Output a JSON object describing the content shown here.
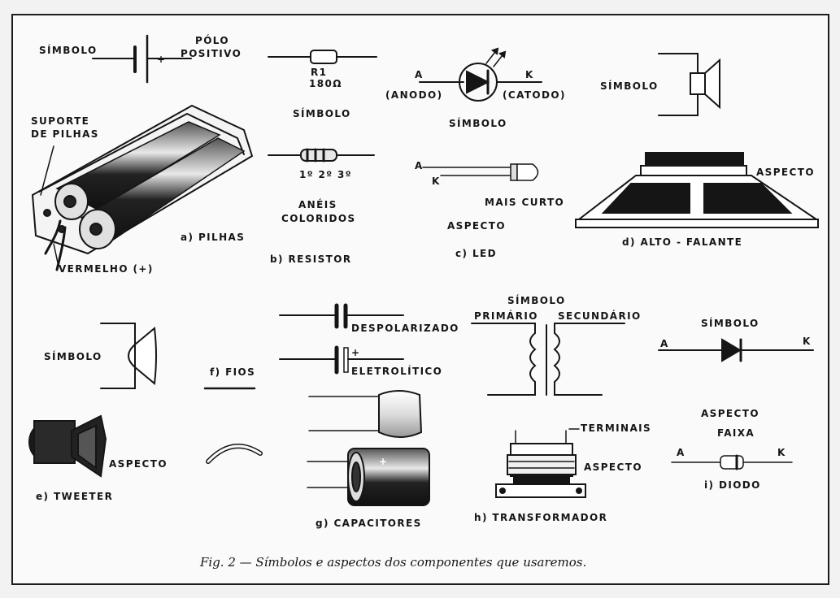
{
  "a": {
    "simbolo": "SÍMBOLO",
    "polo_line1": "PÓLO",
    "polo_line2": "POSITIVO",
    "plus": "+",
    "suporte_line1": "SUPORTE",
    "suporte_line2": "DE PILHAS",
    "vermelho": "VERMELHO (+)",
    "caption": "a) PILHAS"
  },
  "b": {
    "ref": "R1",
    "value": "180Ω",
    "simbolo": "SÍMBOLO",
    "rings": "1º 2º 3º",
    "aneis_line1": "ANÉIS",
    "aneis_line2": "COLORIDOS",
    "caption": "b) RESISTOR"
  },
  "c": {
    "a": "A",
    "k": "K",
    "anodo": "(ANODO)",
    "catodo": "(CATODO)",
    "simbolo": "SÍMBOLO",
    "a2": "A",
    "k2": "K",
    "mais_curto": "MAIS CURTO",
    "aspecto": "ASPECTO",
    "caption": "c) LED"
  },
  "d": {
    "simbolo": "SÍMBOLO",
    "aspecto": "ASPECTO",
    "caption": "d) ALTO - FALANTE"
  },
  "e": {
    "simbolo": "SÍMBOLO",
    "aspecto": "ASPECTO",
    "caption": "e) TWEETER"
  },
  "f": {
    "caption": "f) FIOS"
  },
  "g": {
    "despolarizado": "DESPOLARIZADO",
    "plus": "+",
    "eletrolitico": "ELETROLÍTICO",
    "plus2": "+",
    "caption": "g) CAPACITORES"
  },
  "h": {
    "simbolo": "SÍMBOLO",
    "primario": "PRIMÁRIO",
    "secundario": "SECUNDÁRIO",
    "terminais": "TERMINAIS",
    "aspecto": "ASPECTO",
    "caption": "h) TRANSFORMADOR"
  },
  "i": {
    "simbolo": "SÍMBOLO",
    "a": "A",
    "k": "K",
    "aspecto": "ASPECTO",
    "faixa": "FAIXA",
    "a2": "A",
    "k2": "K",
    "caption": "i) DIODO"
  },
  "figure_caption": "Fig. 2 — Símbolos e aspectos dos componentes que usaremos."
}
